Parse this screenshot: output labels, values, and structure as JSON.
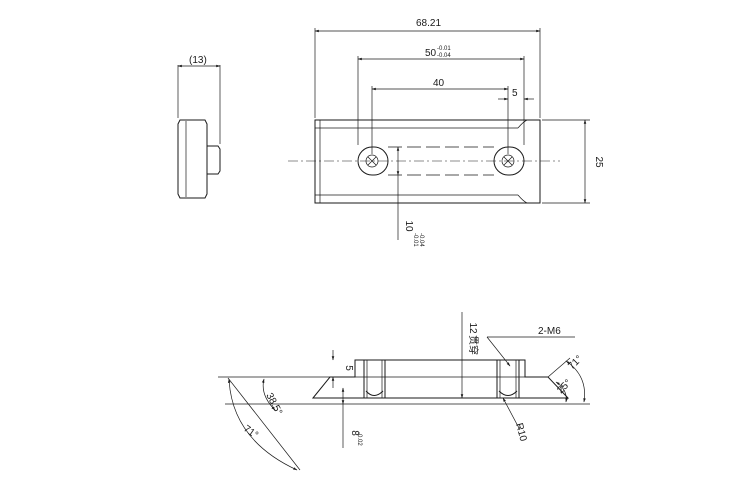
{
  "dimensions": {
    "side_width": "(13)",
    "overall_length": "68.21",
    "slot_pitch_base": "50",
    "slot_pitch_tol_upper": "-0.01",
    "slot_pitch_tol_lower": "-0.04",
    "hole_spacing": "40",
    "edge_offset": "5",
    "height": "25",
    "slot_width_base": "10",
    "slot_width_tol_upper": "-0.01",
    "slot_width_tol_lower": "-0.04",
    "thickness_base": "8",
    "thickness_tol": "-0.02",
    "pocket_depth": "12",
    "pocket_note": "贯穿",
    "thread_callout": "2-M6",
    "step_height": "5",
    "angle_left_small": "38.5°",
    "angle_left_large": "71°",
    "angle_right_large": "71°",
    "angle_right_small": "25°",
    "radius": "R10"
  }
}
